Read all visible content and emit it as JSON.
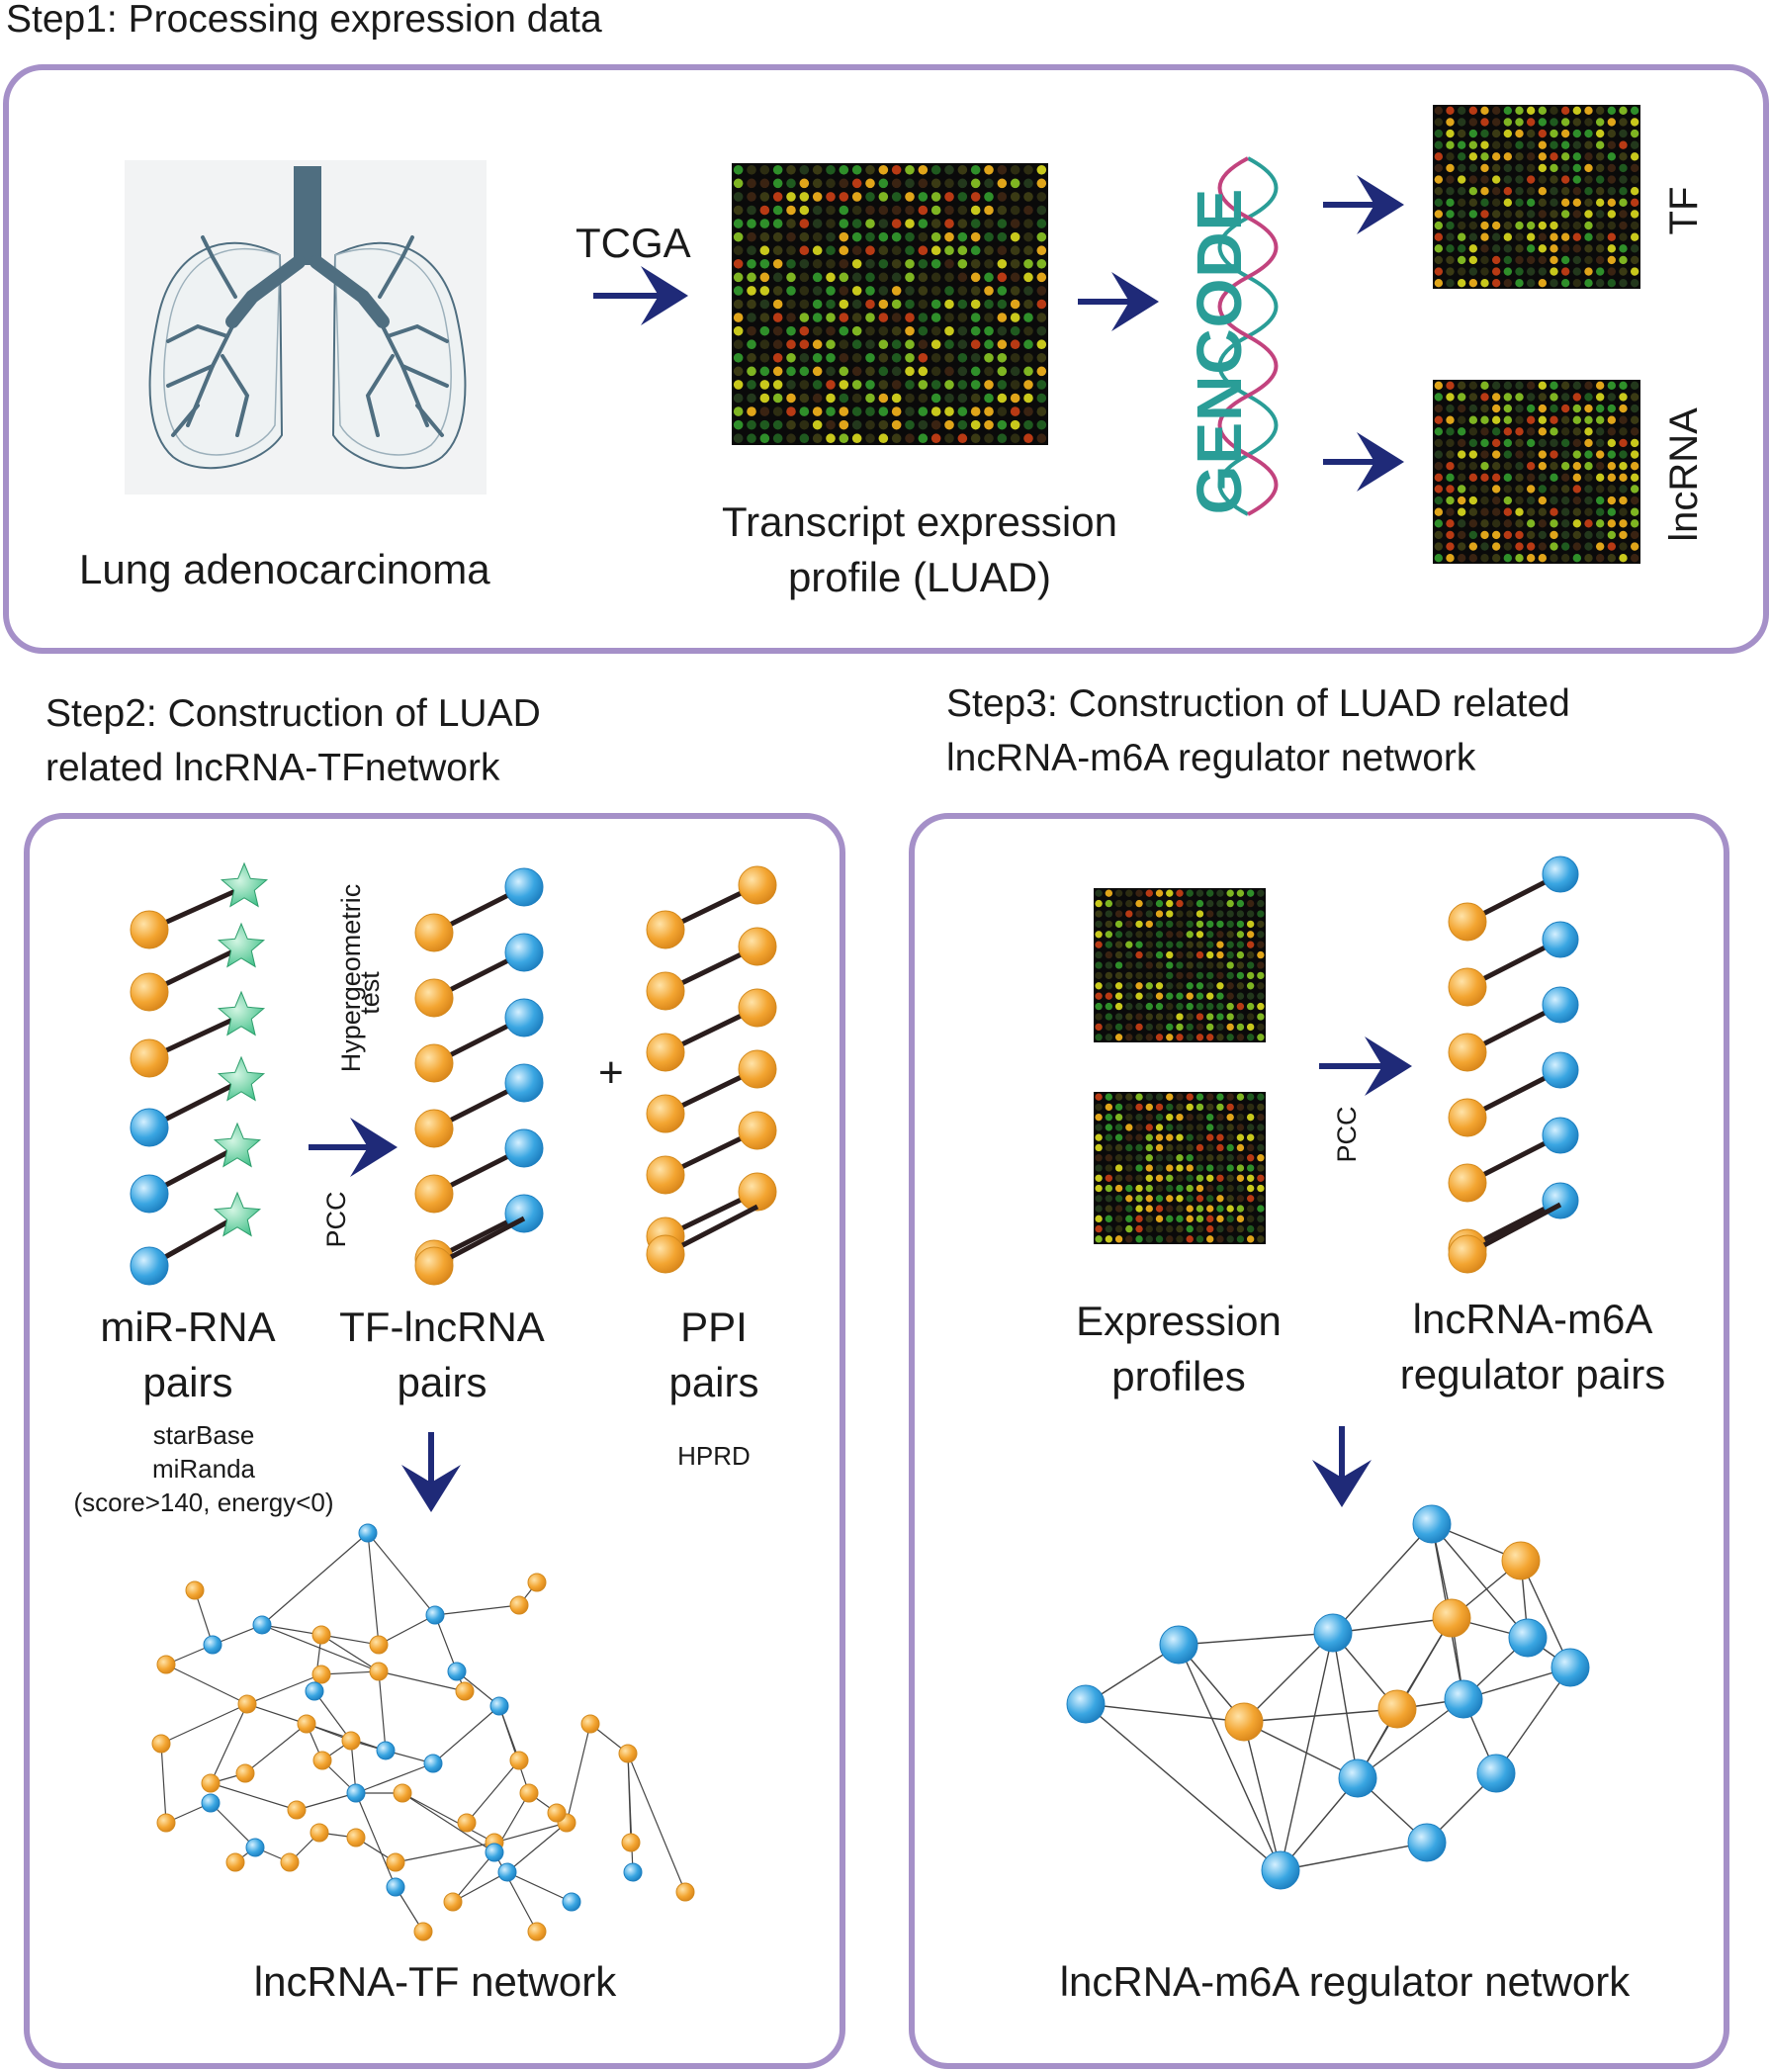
{
  "step1": {
    "heading": "Step1: Processing expression data",
    "lung_label": "Lung adenocarcinoma",
    "tcga_label": "TCGA",
    "profile_label_line1": "Transcript expression",
    "profile_label_line2": "profile (LUAD)",
    "gencode_label": "GENCODE",
    "tf_label": "TF",
    "lncrna_label": "lncRNA"
  },
  "step2": {
    "heading_line1": "Step2: Construction of LUAD",
    "heading_line2": "related lncRNA-TFnetwork",
    "hypergeometric_label_line1": "Hypergeometric",
    "hypergeometric_label_line2": "test",
    "pcc_label": "PCC",
    "plus_sign": "+",
    "mirna_pairs_line1": "miR-RNA",
    "mirna_pairs_line2": "pairs",
    "tf_lncrna_pairs_line1": "TF-lncRNA",
    "tf_lncrna_pairs_line2": "pairs",
    "ppi_pairs_line1": "PPI",
    "ppi_pairs_line2": "pairs",
    "mirna_sources_line1": "starBase",
    "mirna_sources_line2": "miRanda",
    "mirna_sources_line3": "(score>140, energy<0)",
    "ppi_source": "HPRD",
    "network_label": "lncRNA-TF network"
  },
  "step3": {
    "heading_line1": "Step3: Construction of LUAD related",
    "heading_line2": "lncRNA-m6A regulator network",
    "pcc_label": "PCC",
    "expression_profiles_line1": "Expression",
    "expression_profiles_line2": "profiles",
    "pairs_line1": "lncRNA-m6A",
    "pairs_line2": "regulator pairs",
    "network_label": "lncRNA-m6A regulator network"
  },
  "colors": {
    "panel_border": "#a590c8",
    "arrow": "#1f2a78",
    "orange_node": "#f3a531",
    "blue_node": "#3aa6e2",
    "star": "#3fbf88",
    "gencode_teal": "#2a9d97",
    "gencode_magenta": "#c2437e",
    "lung_fill": "#4f6e80"
  }
}
